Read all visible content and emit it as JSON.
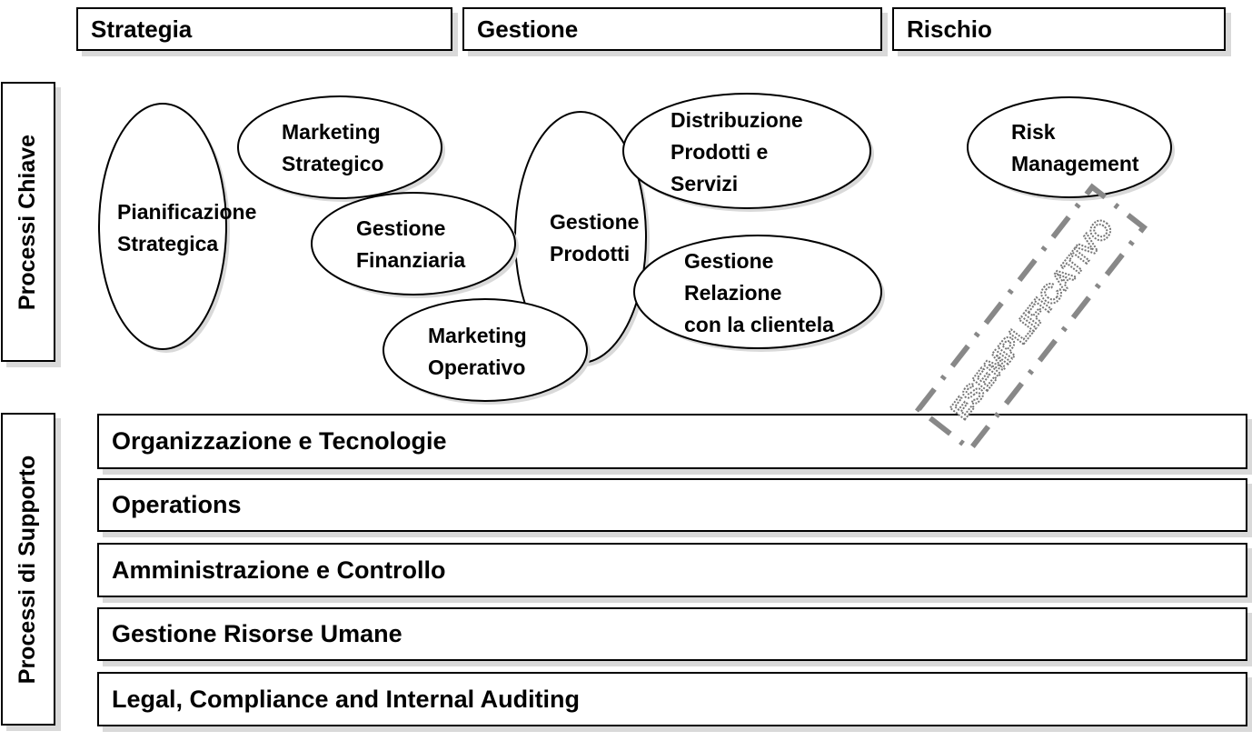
{
  "headers": [
    {
      "label": "Strategia"
    },
    {
      "label": "Gestione"
    },
    {
      "label": "Rischio"
    }
  ],
  "side_labels": {
    "key_processes": "Processi Chiave",
    "support_processes": "Processi di Supporto"
  },
  "key_processes": [
    {
      "id": "pianificazione-strategica",
      "lines": [
        "Pianificazione",
        "Strategica"
      ],
      "column": "Strategia"
    },
    {
      "id": "marketing-strategico",
      "lines": [
        "Marketing",
        "Strategico"
      ],
      "column": "Strategia"
    },
    {
      "id": "gestione-finanziaria",
      "lines": [
        "Gestione",
        "Finanziaria"
      ],
      "column": "Strategia"
    },
    {
      "id": "marketing-operativo",
      "lines": [
        "Marketing",
        "Operativo"
      ],
      "column": "Gestione"
    },
    {
      "id": "gestione-prodotti",
      "lines": [
        "Gestione",
        "Prodotti"
      ],
      "column": "Gestione"
    },
    {
      "id": "distribuzione-prodotti-servizi",
      "lines": [
        "Distribuzione",
        "Prodotti e",
        "Servizi"
      ],
      "column": "Gestione"
    },
    {
      "id": "gestione-relazione-clientela",
      "lines": [
        "Gestione",
        "Relazione",
        "con la clientela"
      ],
      "column": "Gestione"
    },
    {
      "id": "risk-management",
      "lines": [
        "Risk",
        "Management"
      ],
      "column": "Rischio"
    }
  ],
  "support_processes": [
    {
      "label": "Organizzazione e Tecnologie"
    },
    {
      "label": "Operations"
    },
    {
      "label": "Amministrazione e Controllo"
    },
    {
      "label": "Gestione Risorse Umane"
    },
    {
      "label": "Legal, Compliance and Internal Auditing"
    }
  ],
  "watermark": {
    "text": "ESEMPLIFICATIVO",
    "color": "#888888"
  }
}
